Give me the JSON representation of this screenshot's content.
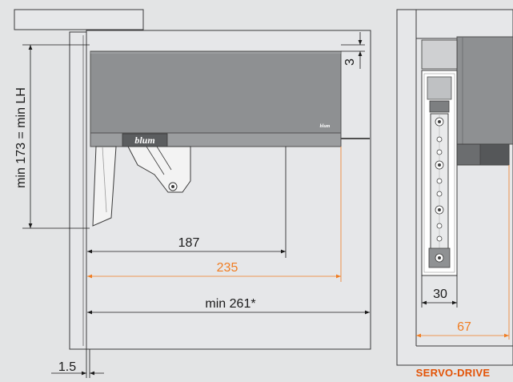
{
  "labels": {
    "dim_3": "3",
    "dim_187": "187",
    "dim_235": "235",
    "dim_261": "min 261*",
    "dim_1_5": "1.5",
    "dim_173": "min 173 = min LH",
    "dim_30": "30",
    "dim_67": "67",
    "caption": "SERVO-DRIVE",
    "brand": "blum",
    "brand_small": "blum"
  },
  "colors": {
    "background": "#e3e4e5",
    "cabinet_fill": "#e6e7e9",
    "outline": "#3a3a3a",
    "mechanism": "#8e9092",
    "accent_orange": "#f07d22",
    "caption_red": "#e35205"
  }
}
